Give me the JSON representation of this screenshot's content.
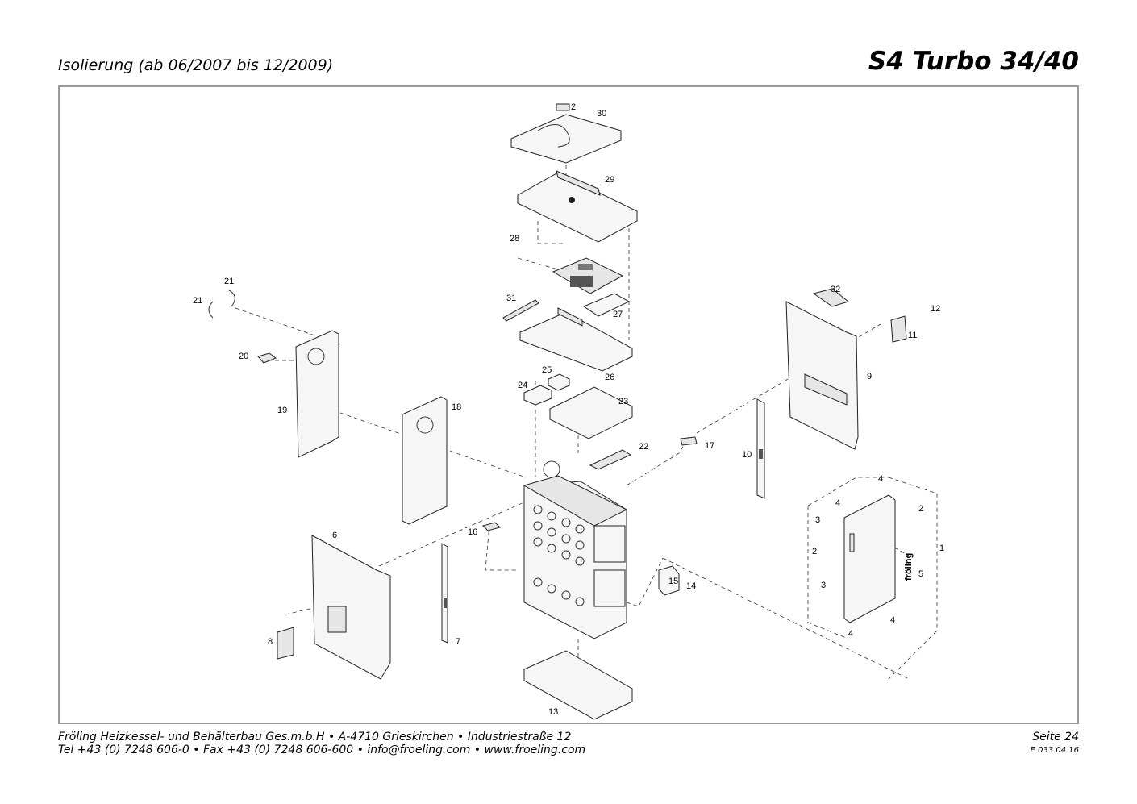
{
  "header": {
    "subtitle": "Isolierung (ab 06/2007 bis 12/2009)",
    "title": "S4 Turbo 34/40"
  },
  "footer": {
    "company": "Fröling Heizkessel- und Behälterbau Ges.m.b.H   •   A-4710 Grieskirchen   •   Industriestraße 12",
    "contact": "Tel +43 (0) 7248 606-0   •   Fax +43 (0) 7248 606-600   •   info@froeling.com   •   www.froeling.com",
    "page": "Seite 24",
    "doc_code": "E 033 04 16"
  },
  "diagram": {
    "brand_label": "fröling",
    "callouts": {
      "n1": "1",
      "n2a": "2",
      "n2b": "2",
      "n2c": "2",
      "n3a": "3",
      "n3b": "3",
      "n4a": "4",
      "n4b": "4",
      "n4c": "4",
      "n4d": "4",
      "n5": "5",
      "n6": "6",
      "n7": "7",
      "n8": "8",
      "n9": "9",
      "n10": "10",
      "n11": "11",
      "n12": "12",
      "n13": "13",
      "n14": "14",
      "n15": "15",
      "n16": "16",
      "n17": "17",
      "n18": "18",
      "n19": "19",
      "n20": "20",
      "n21a": "21",
      "n21b": "21",
      "n22": "22",
      "n23": "23",
      "n24": "24",
      "n25": "25",
      "n26": "26",
      "n27": "27",
      "n28": "28",
      "n29": "29",
      "n30": "30",
      "n31": "31",
      "n32": "32"
    }
  }
}
